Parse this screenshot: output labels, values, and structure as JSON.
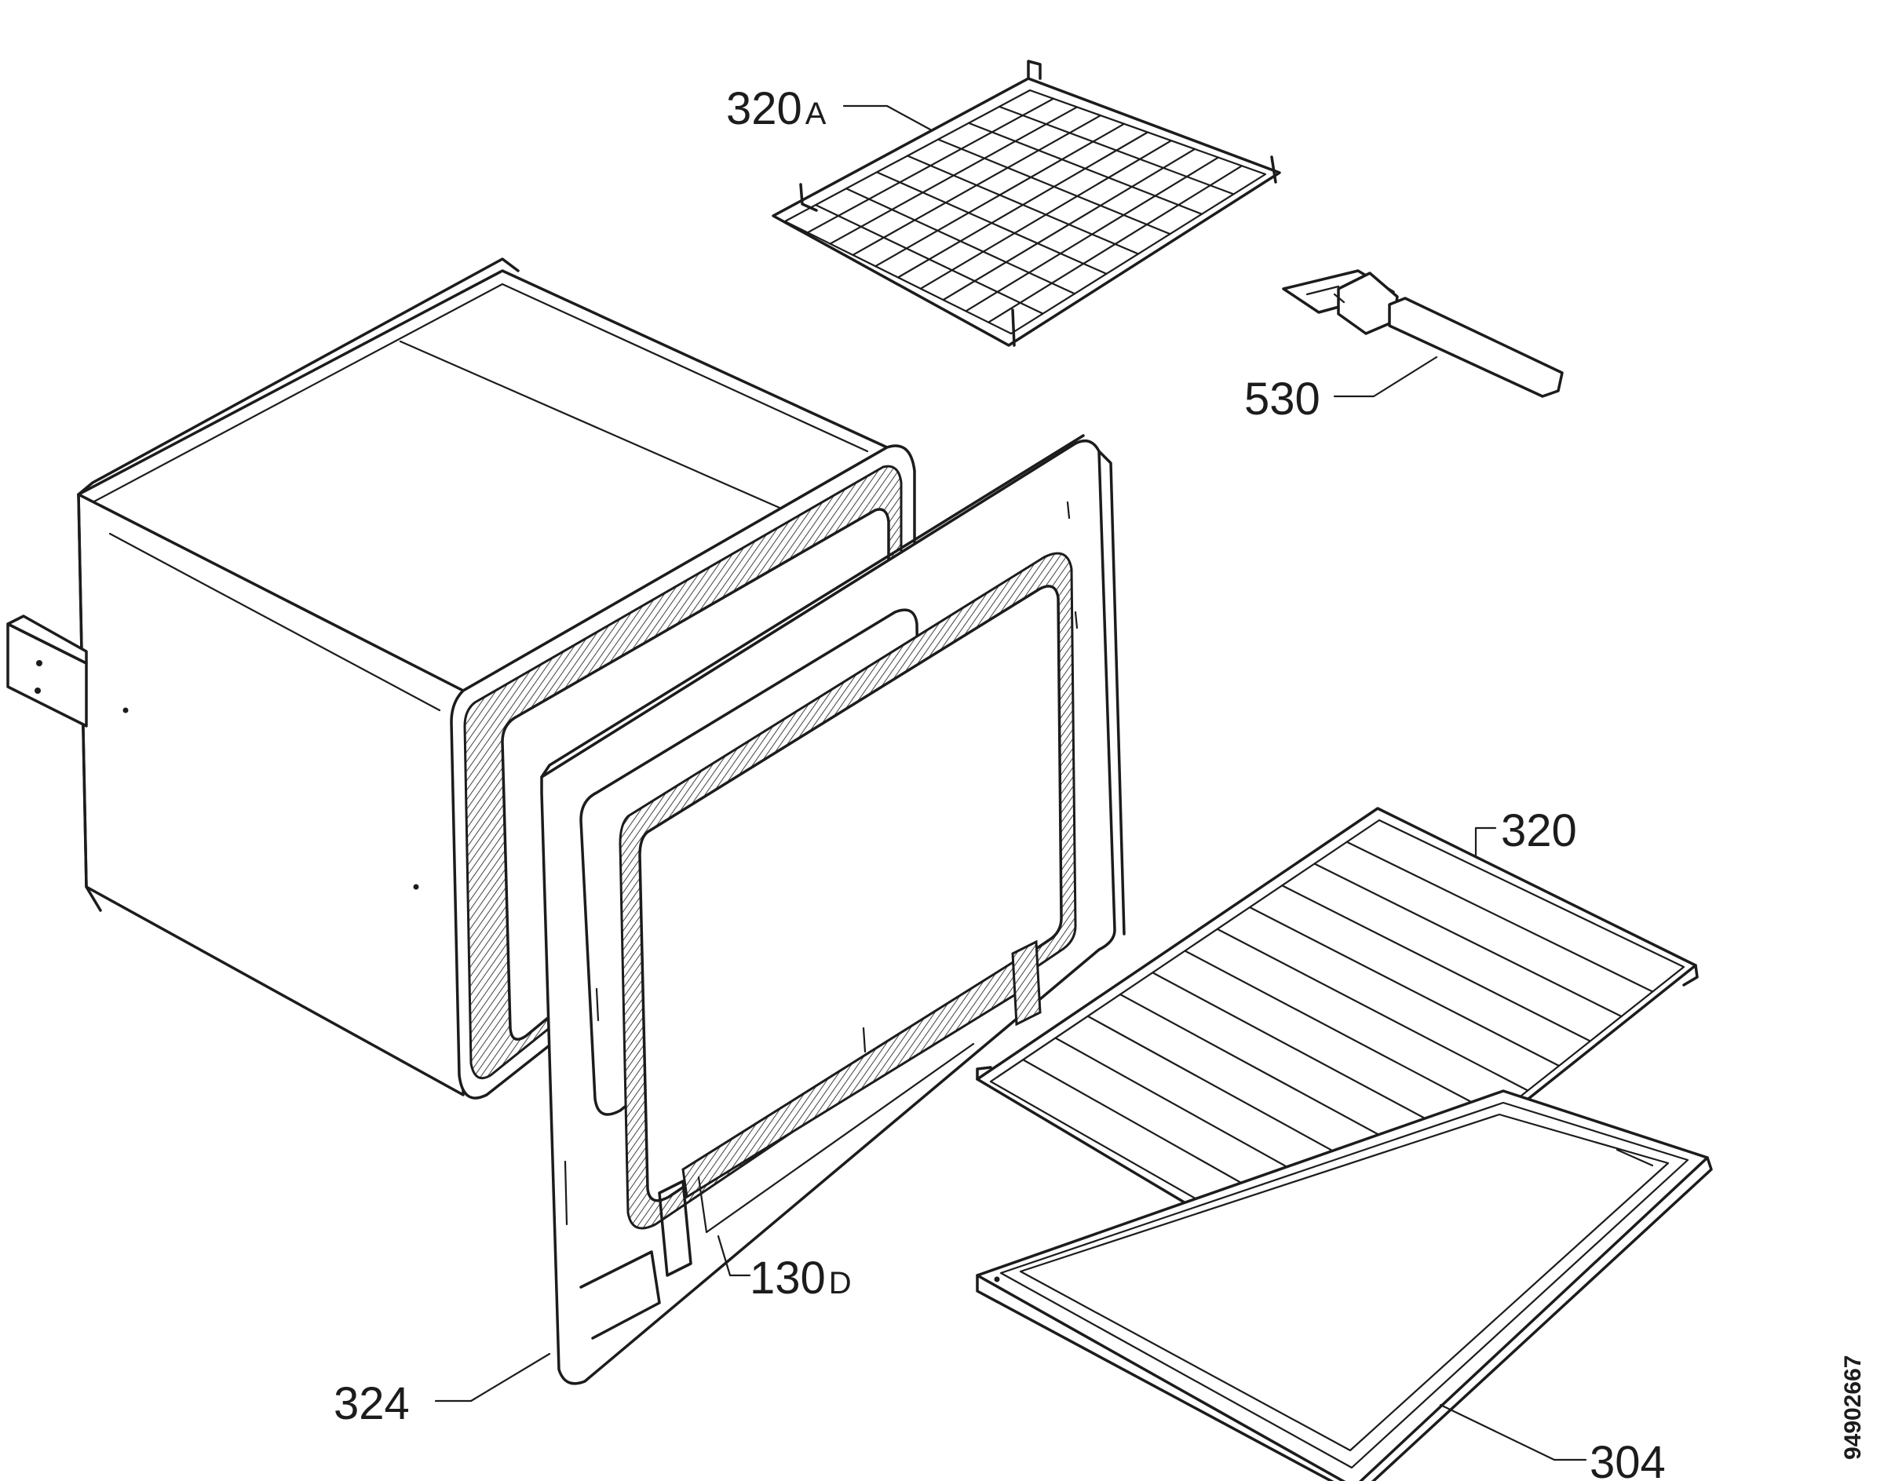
{
  "labels": {
    "shelf_top": {
      "num": "320",
      "suffix": "A"
    },
    "handle": "530",
    "shelf": "320",
    "seal": {
      "num": "130",
      "suffix": "D"
    },
    "door_frame": "324",
    "tray": "304"
  },
  "document_number": "94902667"
}
